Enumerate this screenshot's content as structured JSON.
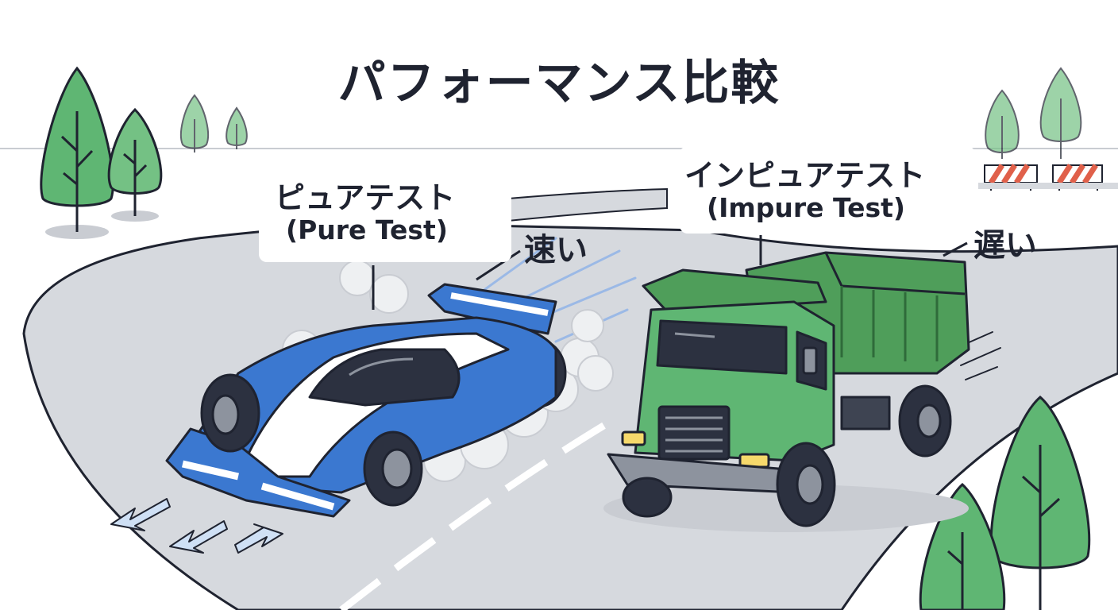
{
  "title": "パフォーマンス比較",
  "pure": {
    "label_ja": "ピュアテスト",
    "label_en": "(Pure Test)",
    "speed": "速い",
    "vehicle": "race-car"
  },
  "impure": {
    "label_ja": "インピュアテスト",
    "label_en": "(Impure Test)",
    "speed": "遅い",
    "vehicle": "dump-truck"
  },
  "colors": {
    "car_blue": "#3b78d0",
    "truck_green": "#4f9e5a",
    "tree_green": "#5fb673",
    "road_gray": "#d6d9de",
    "outline": "#1f2330",
    "warning_red": "#e0604a"
  }
}
